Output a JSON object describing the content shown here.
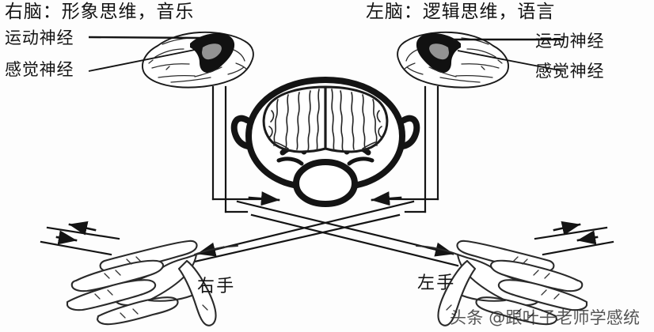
{
  "figure": {
    "kind": "anatomy-diagram",
    "subject": "brain-hemispheres-and-contralateral-hand-control",
    "background_color": "#fdfdfd",
    "ink_color": "#141414"
  },
  "labels": {
    "right_brain_title": "右脑：形象思维，音乐",
    "left_brain_title": "左脑：逻辑思维，语言",
    "right_motor_nerve": "运动神经",
    "right_sensory_nerve": "感觉神经",
    "left_motor_nerve": "运动神经",
    "left_sensory_nerve": "感觉神经",
    "right_hand": "右手",
    "left_hand": "左手"
  },
  "watermark": {
    "text": "头条 @跟叶子老师学感统"
  },
  "icons": {
    "right_brain": "brain-lateral-icon",
    "left_brain": "brain-lateral-icon",
    "head": "head-top-view-brain-icon",
    "left_hand": "hand-outline-icon",
    "right_hand": "hand-outline-icon",
    "crossing_arrows": "crossed-pathway-arrows-icon"
  }
}
